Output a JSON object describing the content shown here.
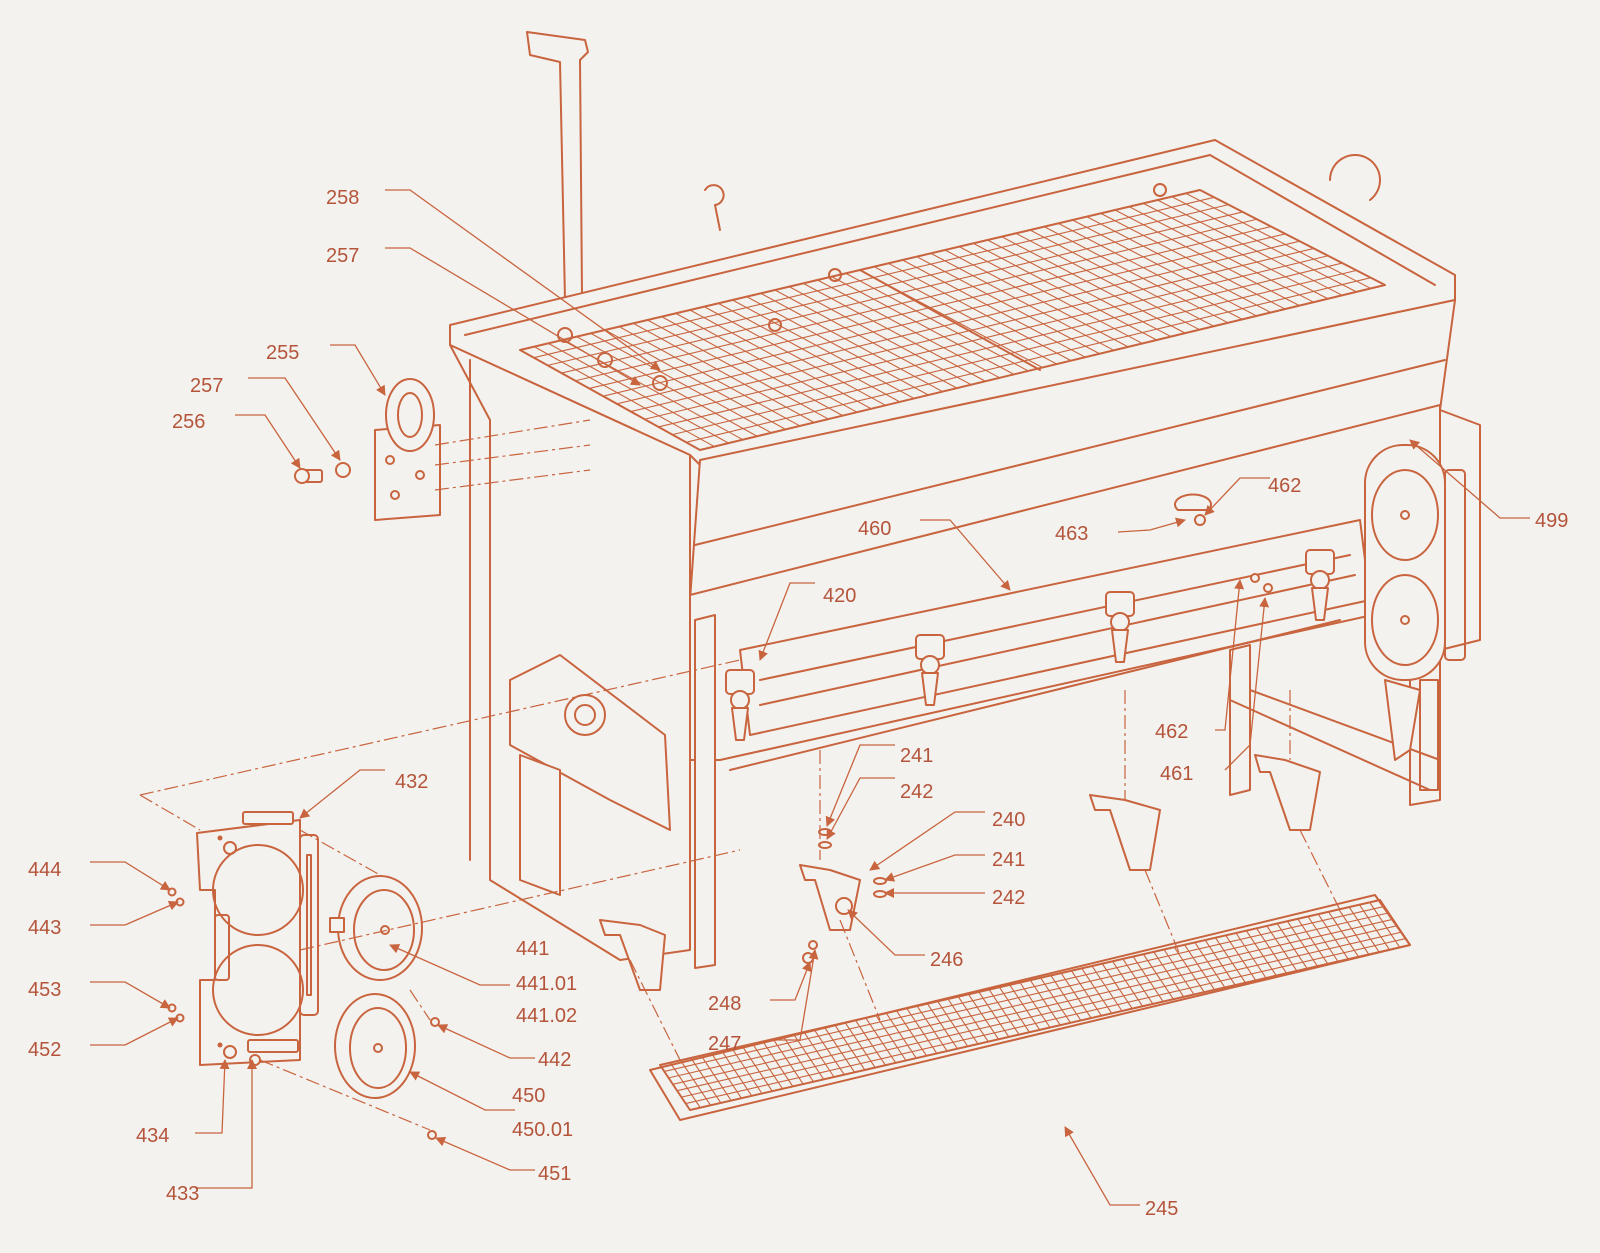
{
  "diagram": {
    "callouts": [
      {
        "id": "c258",
        "text": "258"
      },
      {
        "id": "c257a",
        "text": "257"
      },
      {
        "id": "c255",
        "text": "255"
      },
      {
        "id": "c257b",
        "text": "257"
      },
      {
        "id": "c256",
        "text": "256"
      },
      {
        "id": "c462a",
        "text": "462"
      },
      {
        "id": "c463",
        "text": "463"
      },
      {
        "id": "c460",
        "text": "460"
      },
      {
        "id": "c499",
        "text": "499"
      },
      {
        "id": "c420",
        "text": "420"
      },
      {
        "id": "c462b",
        "text": "462"
      },
      {
        "id": "c461",
        "text": "461"
      },
      {
        "id": "c432",
        "text": "432"
      },
      {
        "id": "c241a",
        "text": "241"
      },
      {
        "id": "c242a",
        "text": "242"
      },
      {
        "id": "c240",
        "text": "240"
      },
      {
        "id": "c241b",
        "text": "241"
      },
      {
        "id": "c242b",
        "text": "242"
      },
      {
        "id": "c246",
        "text": "246"
      },
      {
        "id": "c444",
        "text": "444"
      },
      {
        "id": "c443",
        "text": "443"
      },
      {
        "id": "c441",
        "text": "441"
      },
      {
        "id": "c44101",
        "text": "441.01"
      },
      {
        "id": "c44102",
        "text": "441.02"
      },
      {
        "id": "c453",
        "text": "453"
      },
      {
        "id": "c452",
        "text": "452"
      },
      {
        "id": "c442",
        "text": "442"
      },
      {
        "id": "c248",
        "text": "248"
      },
      {
        "id": "c247",
        "text": "247"
      },
      {
        "id": "c450",
        "text": "450"
      },
      {
        "id": "c45001",
        "text": "450.01"
      },
      {
        "id": "c434",
        "text": "434"
      },
      {
        "id": "c451",
        "text": "451"
      },
      {
        "id": "c433",
        "text": "433"
      },
      {
        "id": "c245",
        "text": "245"
      }
    ],
    "colors": {
      "ink": "#c8643e",
      "label": "#b4543a",
      "background": "#f4f2ef"
    }
  }
}
